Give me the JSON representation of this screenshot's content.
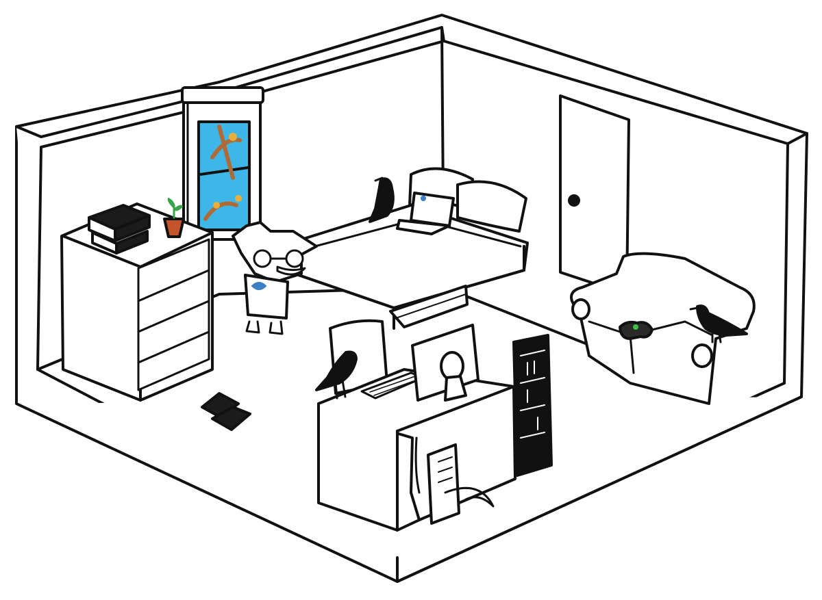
{
  "scene": {
    "view": "isometric-bedroom-cutaway",
    "style": "black-ink line art on white"
  },
  "colors": {
    "background": "#ffffff",
    "line": "#111111",
    "wall_fill": "#ffffff",
    "floor_fill": "#ffffff",
    "window_sky": "#3fb6e8",
    "window_branch": "#b06a35",
    "window_leaves": "#e8b03a",
    "plant_pot": "#c4542a",
    "plant_leaf": "#39a34a",
    "character_emblem": "#3b7fc4",
    "laptop_screen_emblem": "#3b7fc4",
    "book_dark": "#1b1b1b",
    "crow": "#111111",
    "controller": "#2a2a2a",
    "controller_button": "#3fbf4a"
  },
  "objects": [
    {
      "name": "room-walls",
      "icon": "isometric-room"
    },
    {
      "name": "window",
      "icon": "window-with-blind"
    },
    {
      "name": "door",
      "icon": "door-with-knob"
    },
    {
      "name": "dresser",
      "icon": "four-drawer-dresser"
    },
    {
      "name": "book-stack",
      "icon": "stack-of-books"
    },
    {
      "name": "potted-plant",
      "icon": "sprout-in-pot"
    },
    {
      "name": "bed",
      "icon": "bed-with-pillows"
    },
    {
      "name": "laptop",
      "icon": "open-laptop"
    },
    {
      "name": "book-under-bed",
      "icon": "large-book"
    },
    {
      "name": "character",
      "icon": "bird-headed-kid"
    },
    {
      "name": "desk",
      "icon": "computer-desk"
    },
    {
      "name": "desk-chair",
      "icon": "chair-back"
    },
    {
      "name": "monitor",
      "icon": "crt-monitor-back"
    },
    {
      "name": "keyboard",
      "icon": "keyboard"
    },
    {
      "name": "computer-tower",
      "icon": "pc-tower"
    },
    {
      "name": "media-tower",
      "icon": "cd-rack"
    },
    {
      "name": "couch",
      "icon": "loveseat"
    },
    {
      "name": "game-controller",
      "icon": "gamepad"
    },
    {
      "name": "floor-books",
      "icon": "two-books"
    },
    {
      "name": "crow-on-bed",
      "icon": "crow"
    },
    {
      "name": "crow-on-desk",
      "icon": "crow"
    },
    {
      "name": "crow-on-couch",
      "icon": "crow"
    }
  ]
}
